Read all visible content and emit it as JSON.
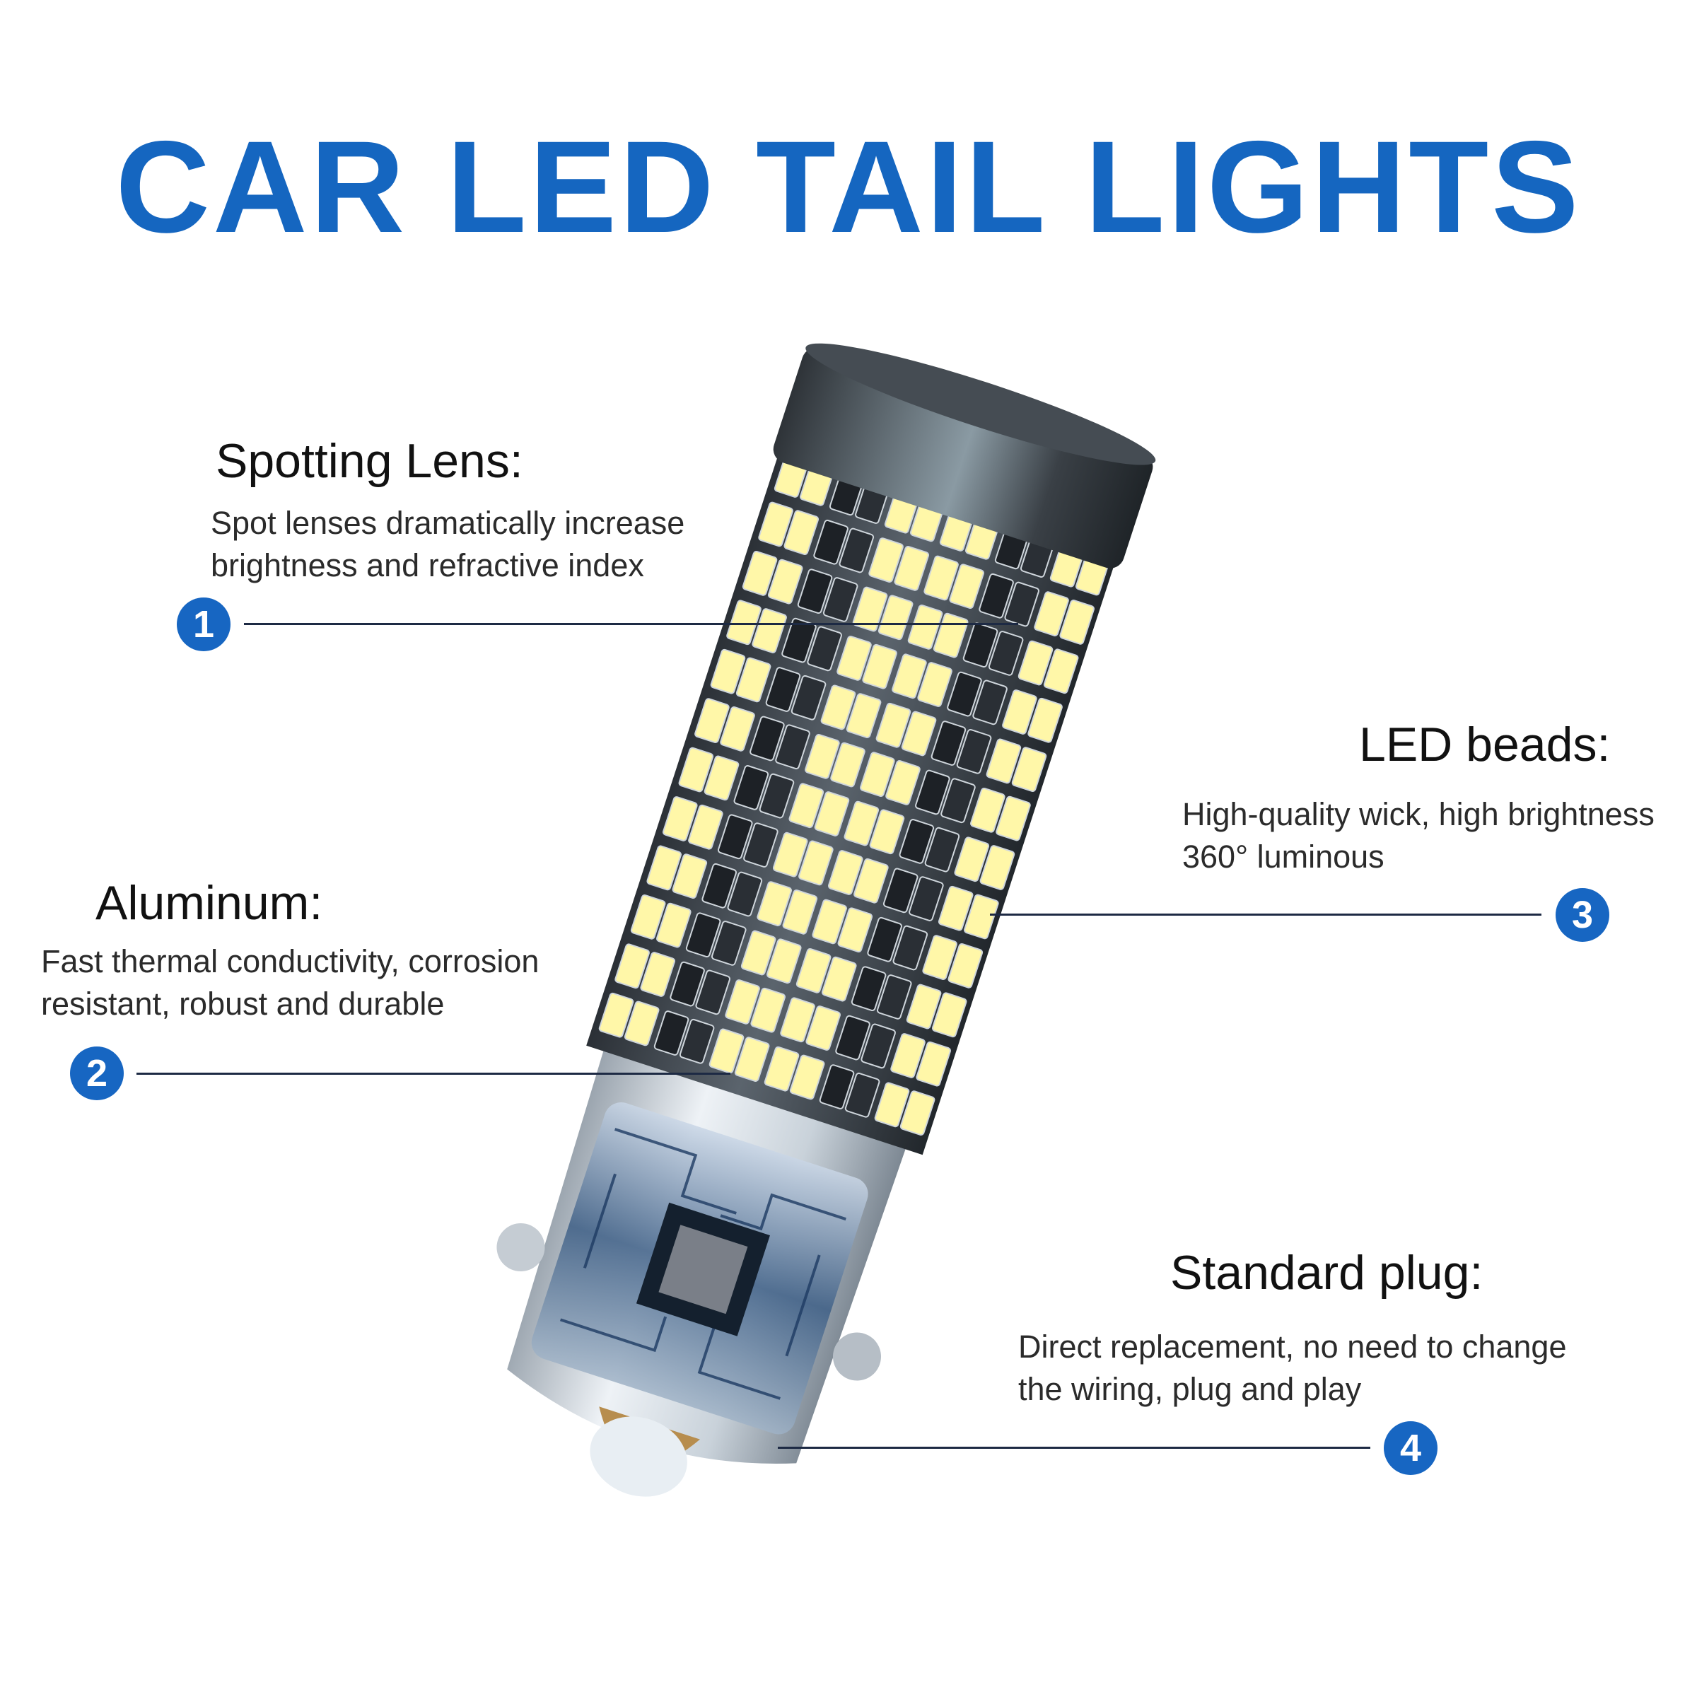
{
  "title": "CAR LED TAIL LIGHTS",
  "colors": {
    "title": "#1566c0",
    "badge": "#1766c2",
    "leader": "#1d2a44",
    "led": "#fff7a8",
    "housing": "#3b4149"
  },
  "callouts": [
    {
      "number": "1",
      "heading": "Spotting Lens:",
      "desc_line1": "Spot lenses dramatically increase",
      "desc_line2": "brightness and refractive index"
    },
    {
      "number": "2",
      "heading": "Aluminum:",
      "desc_line1": "Fast thermal conductivity, corrosion",
      "desc_line2": "resistant, robust and durable"
    },
    {
      "number": "3",
      "heading": "LED beads:",
      "desc_line1": "High-quality wick, high brightness",
      "desc_line2": "360° luminous"
    },
    {
      "number": "4",
      "heading": "Standard plug:",
      "desc_line1": "Direct replacement, no need to change",
      "desc_line2": "the wiring, plug and play"
    }
  ]
}
